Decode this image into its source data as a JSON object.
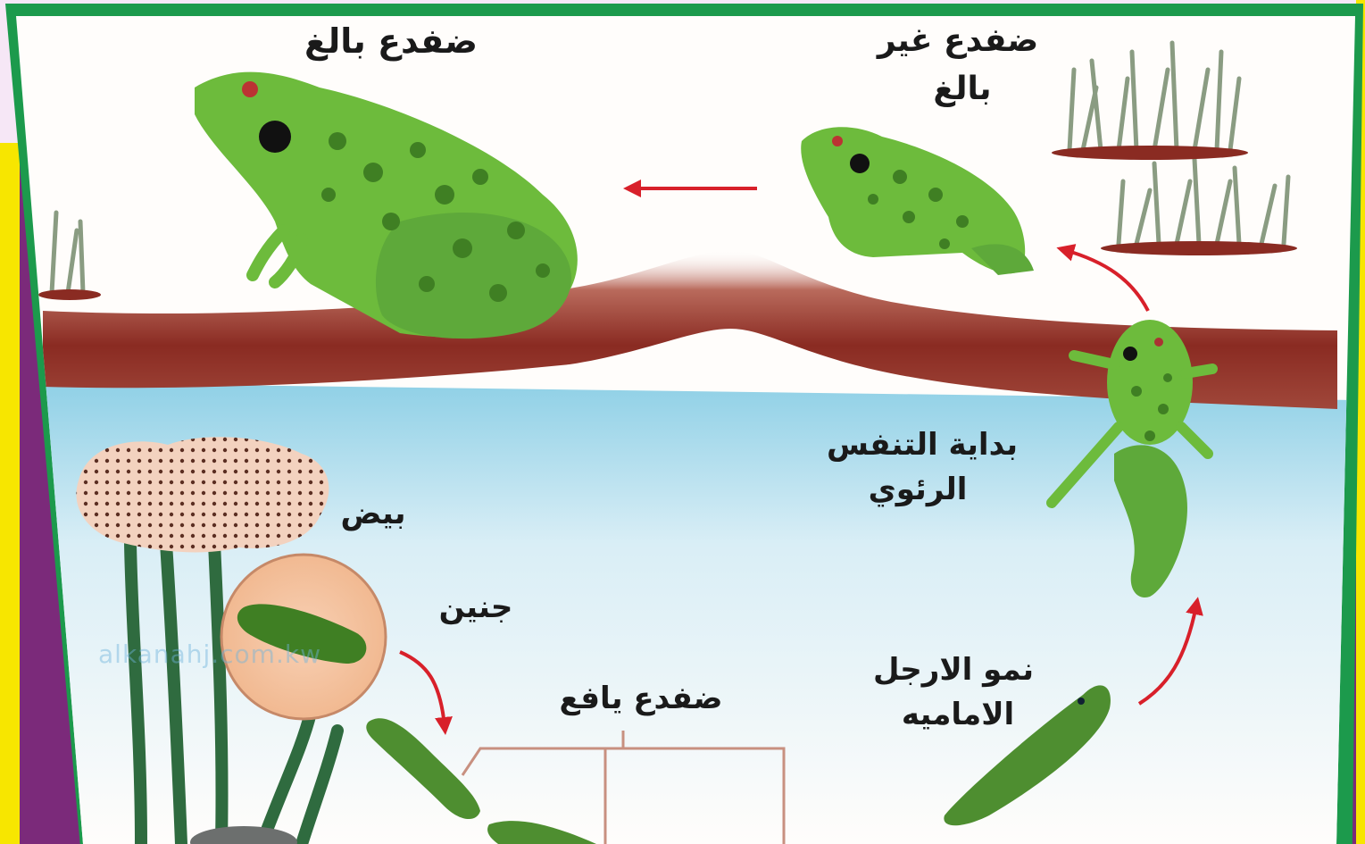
{
  "labels": {
    "adult_frog": "ضفدع بالغ",
    "juvenile_frog_line1": "ضفدع غير",
    "juvenile_frog_line2": "بالغ",
    "lung_breathing_line1": "بداية التنفس",
    "lung_breathing_line2": "الرئوي",
    "eggs": "بيض",
    "embryo": "جنين",
    "tadpole": "ضفدع يافع",
    "front_legs_line1": "نمو الارجل",
    "front_legs_line2": "الاماميه"
  },
  "watermark": "alkanahj.com.kw",
  "colors": {
    "frog_green": "#6dbb3c",
    "frog_spot": "#3f7f23",
    "soil": "#8a2b22",
    "water": "#cfe9f3",
    "arrow": "#d8202a",
    "frame_green": "#1c9a4c",
    "outer_purple": "#7b2a7a",
    "outer_yellow": "#f7e600"
  }
}
